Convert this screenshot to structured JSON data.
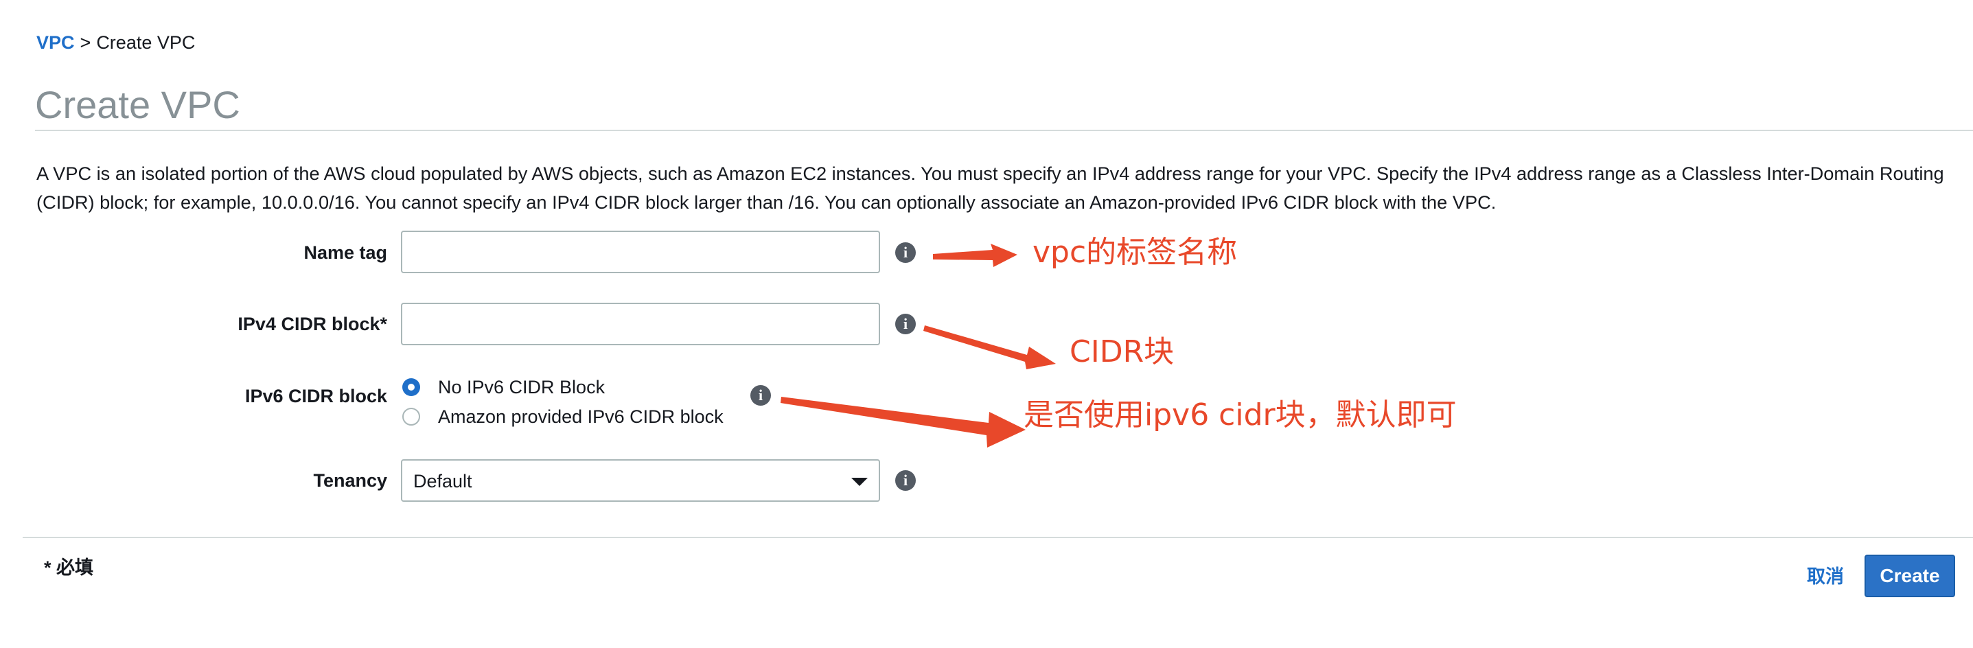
{
  "breadcrumb": {
    "root": "VPC",
    "separator": ">",
    "current": "Create VPC"
  },
  "page": {
    "title": "Create VPC",
    "description": "A VPC is an isolated portion of the AWS cloud populated by AWS objects, such as Amazon EC2 instances. You must specify an IPv4 address range for your VPC. Specify the IPv4 address range as a Classless Inter-Domain Routing (CIDR) block; for example, 10.0.0.0/16. You cannot specify an IPv4 CIDR block larger than /16. You can optionally associate an Amazon-provided IPv6 CIDR block with the VPC."
  },
  "form": {
    "name_tag": {
      "label": "Name tag",
      "value": ""
    },
    "ipv4_cidr": {
      "label": "IPv4 CIDR block*",
      "value": ""
    },
    "ipv6_cidr": {
      "label": "IPv6 CIDR block",
      "options": [
        {
          "label": "No IPv6 CIDR Block",
          "selected": true
        },
        {
          "label": "Amazon provided IPv6 CIDR block",
          "selected": false
        }
      ]
    },
    "tenancy": {
      "label": "Tenancy",
      "selected": "Default"
    },
    "info_icon_glyph": "i"
  },
  "footer": {
    "required_note": "* 必填",
    "cancel_label": "取消",
    "create_label": "Create"
  },
  "annotations": {
    "color": "#e8482a",
    "name_tag_note": "vpc的标签名称",
    "ipv4_note": "CIDR块",
    "ipv6_note": "是否使用ipv6 cidr块，默认即可"
  },
  "colors": {
    "link": "#1f6fc9",
    "primary_button": "#2b72c6",
    "title_gray": "#879196",
    "border": "#aab7b8",
    "divider": "#d5dbdb"
  }
}
